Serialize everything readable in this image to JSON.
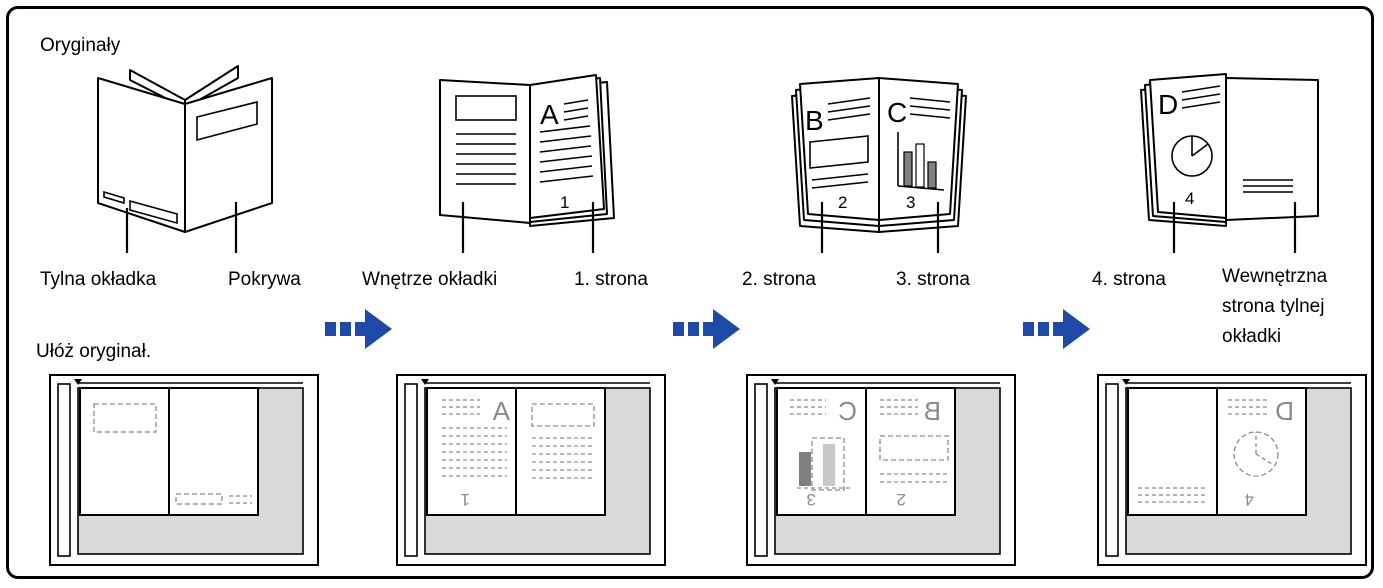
{
  "diagram": {
    "section_originals": "Oryginały",
    "section_place": "Ułóż oryginał.",
    "labels": {
      "back_cover": "Tylna okładka",
      "cover": "Pokrywa",
      "inside_cover": "Wnętrze okładki",
      "page_1": "1. strona",
      "page_2": "2. strona",
      "page_3": "3. strona",
      "page_4": "4. strona",
      "inside_back_cover": "Wewnętrzna strona tylnej okładki"
    },
    "page_letters": {
      "a": "A",
      "b": "B",
      "c": "C",
      "d": "D"
    },
    "page_numbers": {
      "n1": "1",
      "n2": "2",
      "n3": "3",
      "n4": "4"
    },
    "colors": {
      "arrow": "#1f49a8",
      "outline": "#000000",
      "glass": "#d9d9d9",
      "faded": "#8a8a8a",
      "bar_dark": "#808080",
      "bar_light": "#c8c8c8"
    }
  }
}
